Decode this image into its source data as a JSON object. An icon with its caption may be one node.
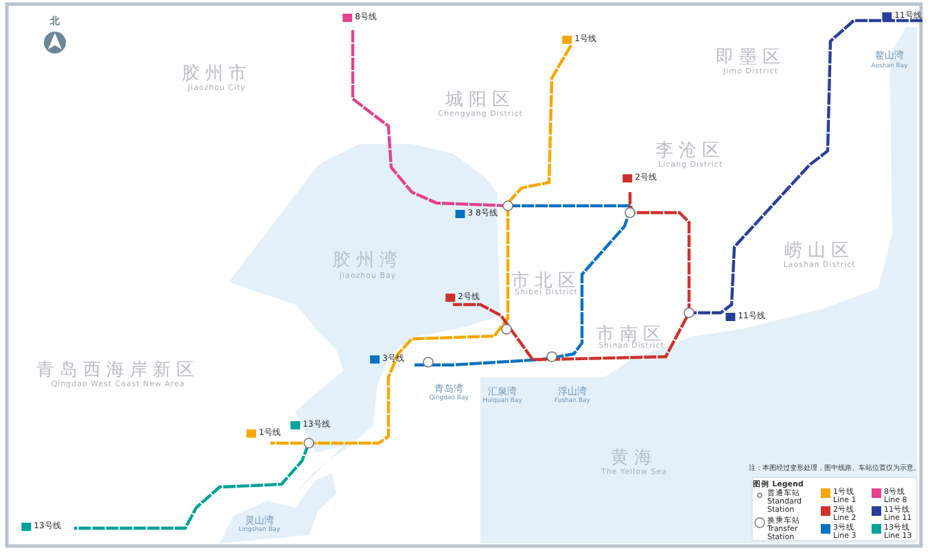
{
  "diagram": {
    "labels": [
      "北",
      "8号线",
      "1号线",
      "11号线",
      "胶州市",
      "Jiaozhou City",
      "即墨区",
      "Jimo District",
      "城阳区",
      "Chengyang District",
      "鳌山湾",
      "Aoshan Bay",
      "李沧区",
      "Licang District",
      "2号线",
      "3 8号线",
      "崂山区",
      "Laoshan District",
      "胶州湾",
      "Jiaozhou Bay",
      "市北区",
      "Shibei District",
      "2号线",
      "11号线",
      "市南区",
      "Shinan District",
      "3号线",
      "青岛湾",
      "Qingdao Bay",
      "汇泉湾",
      "Huiquan Bay",
      "浮山湾",
      "Fushan Bay",
      "青岛西海岸新区",
      "Qingdao West Coast New Area",
      "1号线",
      "13号线",
      "黄海",
      "The Yellow Sea",
      "注：本图经过变形处理，图中线路、车站位置仅为示意。",
      "灵山湾",
      "Lingshan Bay",
      "13号线",
      "图例 Legend"
    ],
    "legend": [
      {
        "text": "普通车站 Standard Station"
      },
      {
        "text": "换乘车站 Transfer Station"
      },
      {
        "text": "1号线 Line 1",
        "color": "#f5a800"
      },
      {
        "text": "8号线 Line 8",
        "color": "#e4418f"
      },
      {
        "text": "2号线 Line 2",
        "color": "#d0322a"
      },
      {
        "text": "11号线 Line 11",
        "color": "#2a3f9b"
      },
      {
        "text": "3号线 Line 3",
        "color": "#0a72c3"
      },
      {
        "text": "13号线 Line 13",
        "color": "#00a29a"
      }
    ]
  }
}
